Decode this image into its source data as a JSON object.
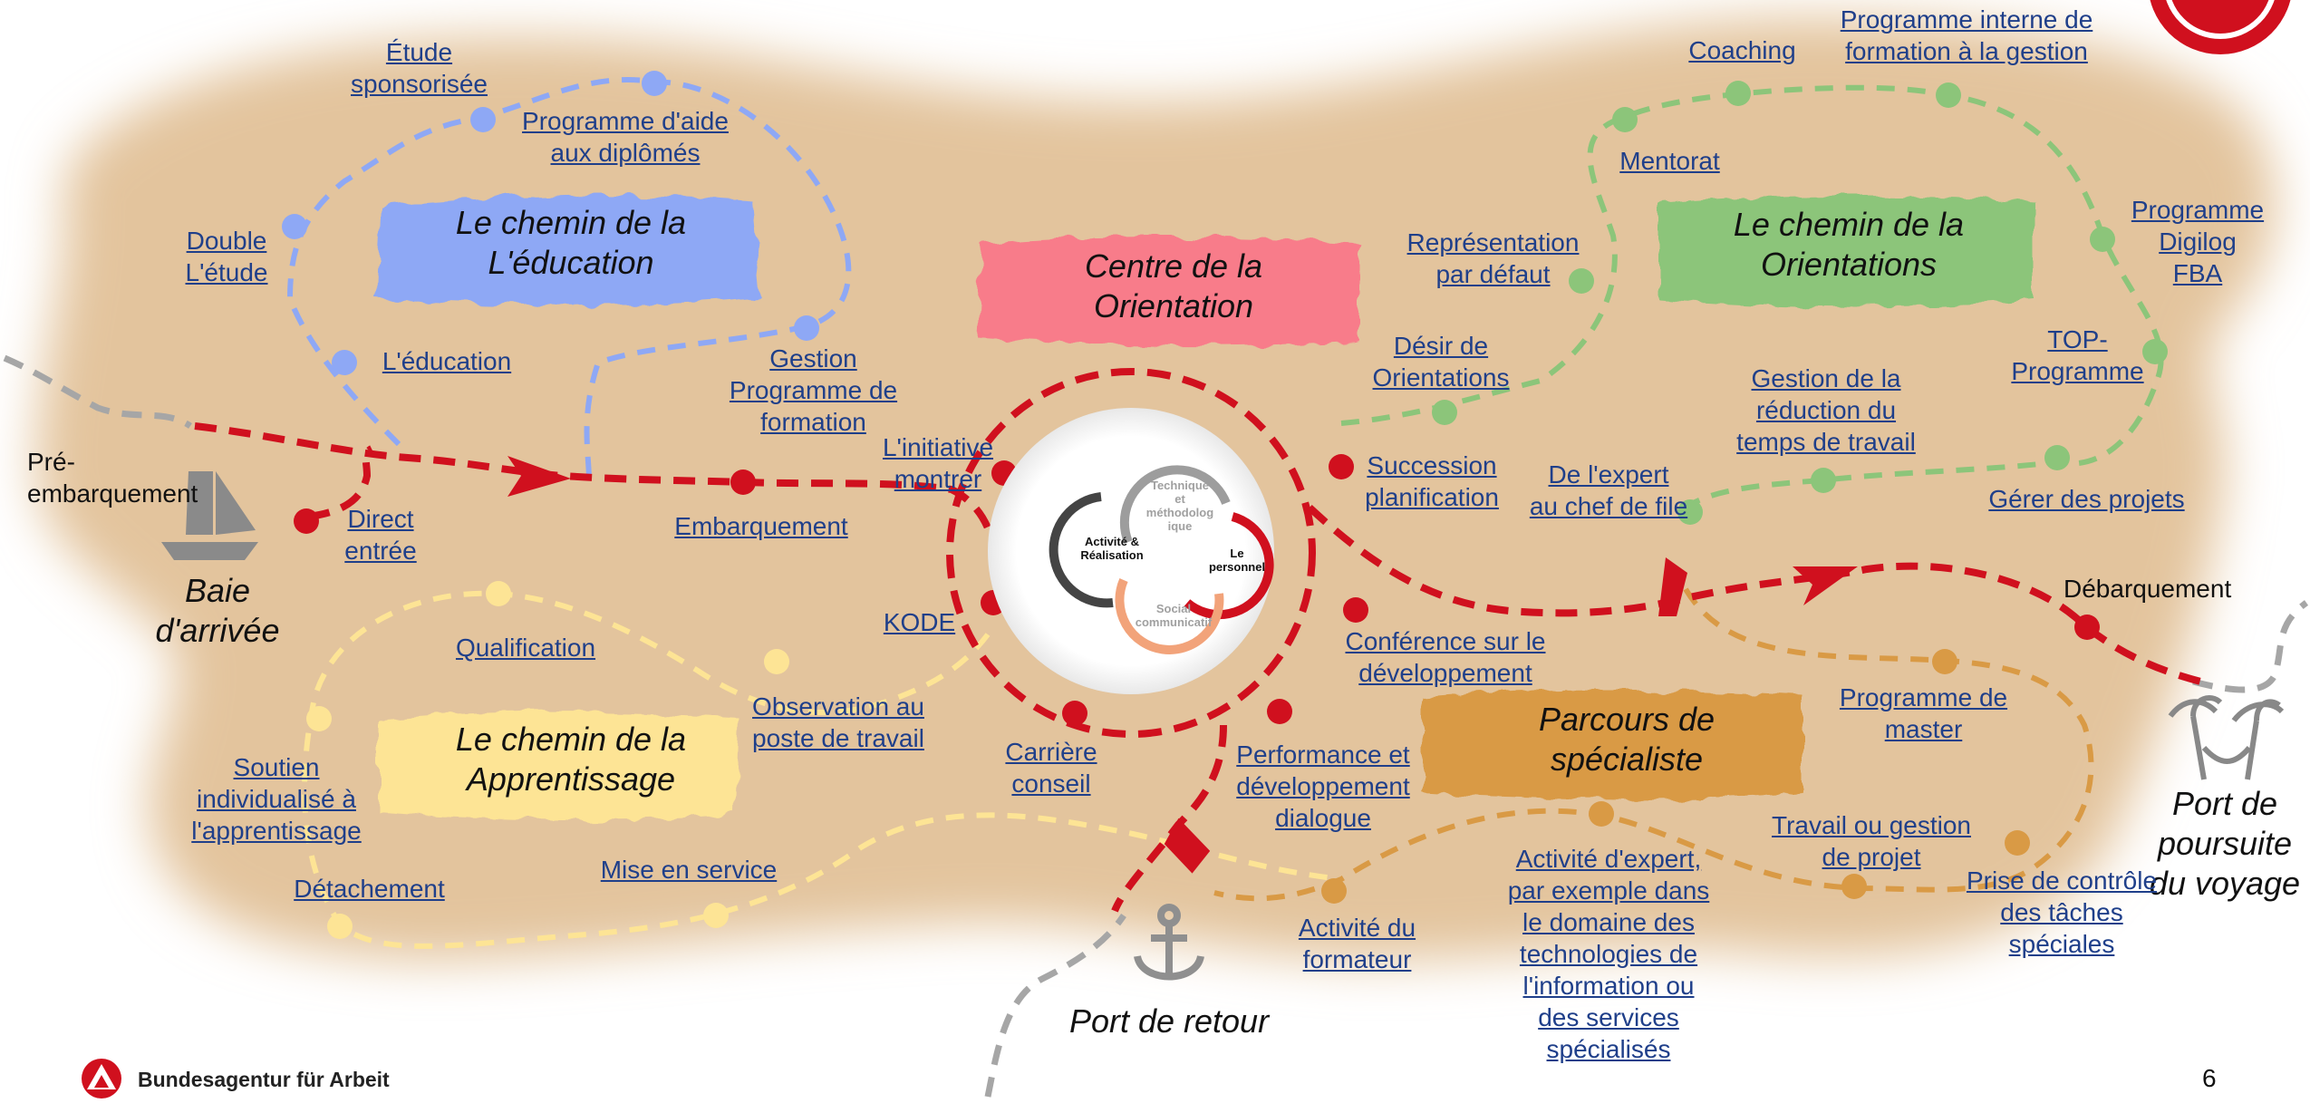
{
  "colors": {
    "map": "#e3c49d",
    "route_red": "#d0101e",
    "education": "#8ea8f5",
    "orientation_path": "#8cc57a",
    "apprenticeship": "#fde495",
    "specialist": "#d99a45",
    "center_brush": "#f87c8a",
    "link": "#1f3f8a",
    "route_grey": "#a0a0a0"
  },
  "titles": {
    "education": [
      "Le chemin de la",
      "L'éducation"
    ],
    "orientation_center": [
      "Centre de la",
      "Orientation"
    ],
    "orientation_path": [
      "Le chemin de la",
      "Orientations"
    ],
    "apprenticeship": [
      "Le chemin de la",
      "Apprentissage"
    ],
    "specialist": [
      "Parcours de",
      "spécialiste"
    ]
  },
  "ports": {
    "arrival": [
      "Baie",
      "d'arrivée"
    ],
    "return": [
      "Port de retour"
    ],
    "continue": [
      "Port de",
      "poursuite",
      "du voyage"
    ]
  },
  "plain_labels": {
    "pre_boarding": [
      "Pré-",
      "embarquement"
    ],
    "disembarkation": "Débarquement"
  },
  "links": {
    "etude_sponsorisee": [
      "Étude",
      "sponsorisée"
    ],
    "programme_aide": [
      "Programme d'aide",
      "aux diplômés"
    ],
    "double_etude": [
      "Double",
      "L'étude"
    ],
    "education": [
      "L'éducation"
    ],
    "gestion_programme": [
      "Gestion",
      "Programme de",
      "formation"
    ],
    "direct_entree": [
      "Direct",
      "entrée"
    ],
    "embarquement": [
      "Embarquement"
    ],
    "initiative": [
      "L'initiative",
      "montrer"
    ],
    "kode": [
      "KODE"
    ],
    "carriere": [
      "Carrière",
      "conseil"
    ],
    "performance": [
      "Performance et",
      "développement",
      "dialogue"
    ],
    "succession": [
      "Succession",
      "planification"
    ],
    "conference": [
      "Conférence sur le",
      "développement"
    ],
    "desir": [
      "Désir de",
      "Orientations"
    ],
    "representation": [
      "Représentation",
      "par défaut"
    ],
    "mentorat": [
      "Mentorat"
    ],
    "coaching": [
      "Coaching"
    ],
    "programme_interne": [
      "Programme interne de",
      "formation à la gestion"
    ],
    "digilog": [
      "Programme",
      "Digilog",
      "FBA"
    ],
    "top": [
      "TOP-",
      "Programme"
    ],
    "gestion_reduction": [
      "Gestion de la",
      "réduction du",
      "temps de travail"
    ],
    "expert_chef": [
      "De l'expert",
      "au chef de file"
    ],
    "gerer_projets": [
      "Gérer des projets"
    ],
    "qualification": [
      "Qualification"
    ],
    "observation": [
      "Observation au",
      "poste de travail"
    ],
    "soutien": [
      "Soutien",
      "individualisé à",
      "l'apprentissage"
    ],
    "detachement": [
      "Détachement"
    ],
    "mise_service": [
      "Mise en service"
    ],
    "activite_formateur": [
      "Activité du",
      "formateur"
    ],
    "activite_expert": [
      "Activité d'expert,",
      "par exemple dans",
      "le domaine des",
      "technologies de",
      "l'information ou",
      "des services",
      "spécialisés"
    ],
    "programme_master": [
      "Programme de",
      "master"
    ],
    "travail_gestion": [
      "Travail ou gestion",
      "de projet"
    ],
    "prise_controle": [
      "Prise de contrôle",
      "des tâches",
      "spéciales"
    ]
  },
  "center": {
    "technique": [
      "Technique",
      "et",
      "méthodolog",
      "ique"
    ],
    "activite": [
      "Activité &",
      "Réalisation"
    ],
    "personnel": [
      "Le",
      "personnel"
    ],
    "social": [
      "Social",
      "communicatif"
    ]
  },
  "footer": {
    "logo_text": "Bundesagentur für Arbeit",
    "page_number": "6"
  },
  "icons": [
    "sailboat-icon",
    "anchor-icon",
    "palm-tree-hammock-icon",
    "ship-icon",
    "corner-badge",
    "agency-logo-icon"
  ]
}
